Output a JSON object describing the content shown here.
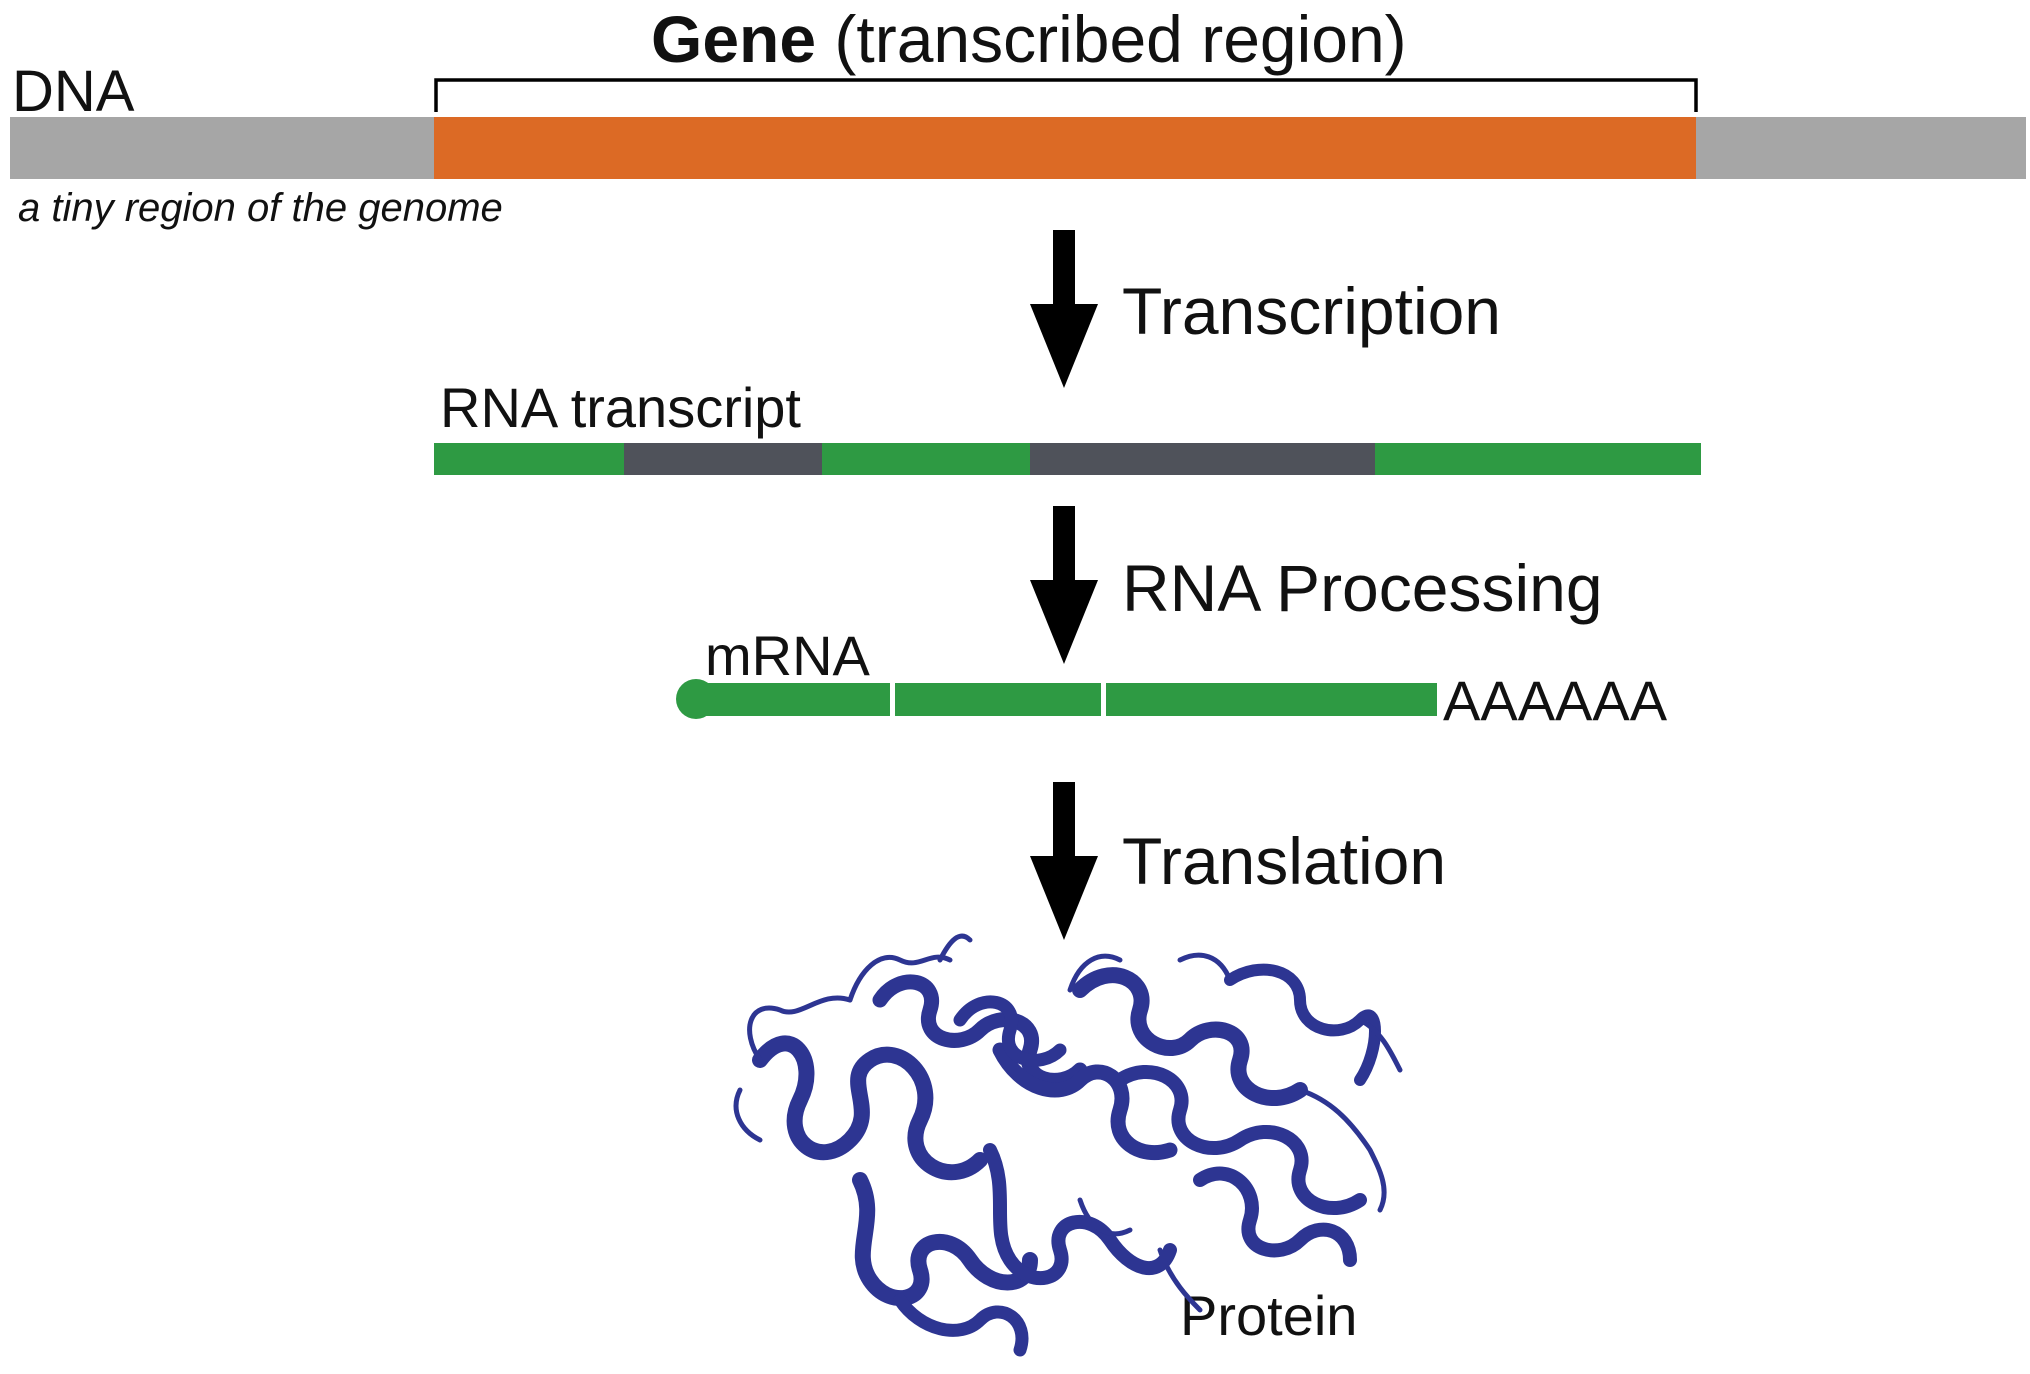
{
  "title": {
    "bold": "Gene",
    "rest": " (transcribed region)"
  },
  "dna": {
    "label": "DNA",
    "caption": "a tiny region of the genome"
  },
  "steps": {
    "transcription": "Transcription",
    "processing": "RNA Processing",
    "translation": "Translation"
  },
  "rna_transcript": {
    "label": "RNA transcript"
  },
  "mrna": {
    "label": "mRNA",
    "tail": "AAAAAA"
  },
  "protein": {
    "label": "Protein"
  },
  "colors": {
    "dna_gray": "#a6a6a6",
    "gene_orange": "#dc6a25",
    "exon_green": "#2e9a43",
    "intron_gray": "#4f525a",
    "arrow_black": "#000000",
    "protein_blue": "#2d3592"
  }
}
